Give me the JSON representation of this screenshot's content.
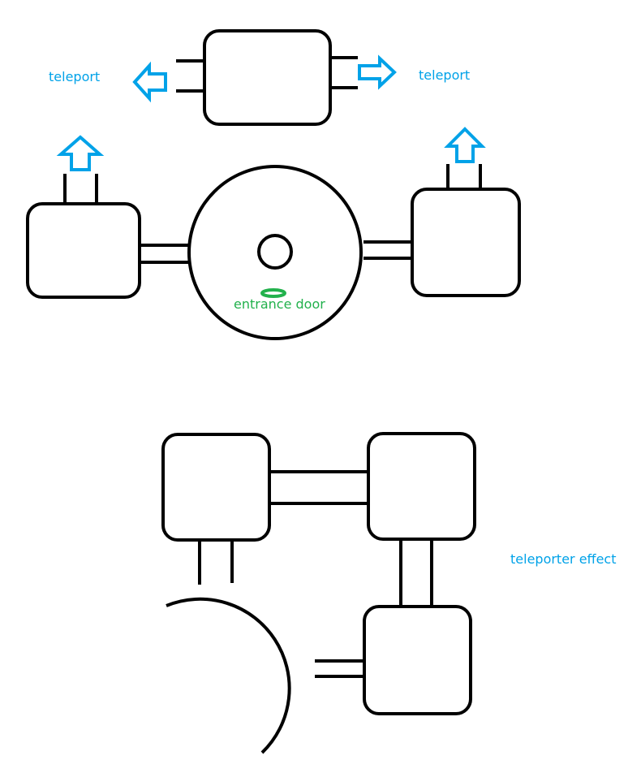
{
  "labels": {
    "teleport_left": "teleport",
    "teleport_right": "teleport",
    "entrance_door": "entrance door",
    "teleporter_effect": "teleporter effect"
  },
  "colors": {
    "label_blue": "#00a2e8",
    "door_green": "#22b14c",
    "outline": "#000000"
  }
}
